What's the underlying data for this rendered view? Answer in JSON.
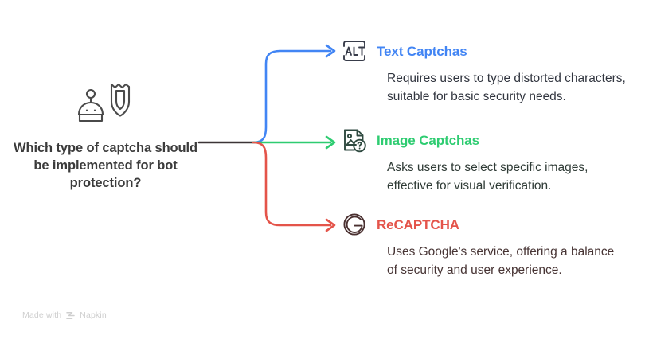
{
  "diagram": {
    "title": "Which type of captcha should be implemented for bot protection?",
    "root": {
      "icon": "robot-shield-icon",
      "text": "Which type of captcha should be implemented for bot protection?"
    },
    "branches": [
      {
        "id": "text-captchas",
        "icon": "alt-text-icon",
        "title": "Text Captchas",
        "description": "Requires users to type distorted characters, suitable for basic security needs.",
        "color": "#4285f4"
      },
      {
        "id": "image-captchas",
        "icon": "image-question-document-icon",
        "title": "Image Captchas",
        "description": "Asks users to select specific images, effective for visual verification.",
        "color": "#2ecc71"
      },
      {
        "id": "recaptcha",
        "icon": "google-g-circle-icon",
        "title": "ReCAPTCHA",
        "description": "Uses Google's service, offering a balance of security and user experience.",
        "color": "#e4544a"
      }
    ],
    "stem_color": "#3b3436"
  },
  "watermark": {
    "prefix": "Made with",
    "brand": "Napkin",
    "logo": "napkin-chevrons-icon"
  }
}
